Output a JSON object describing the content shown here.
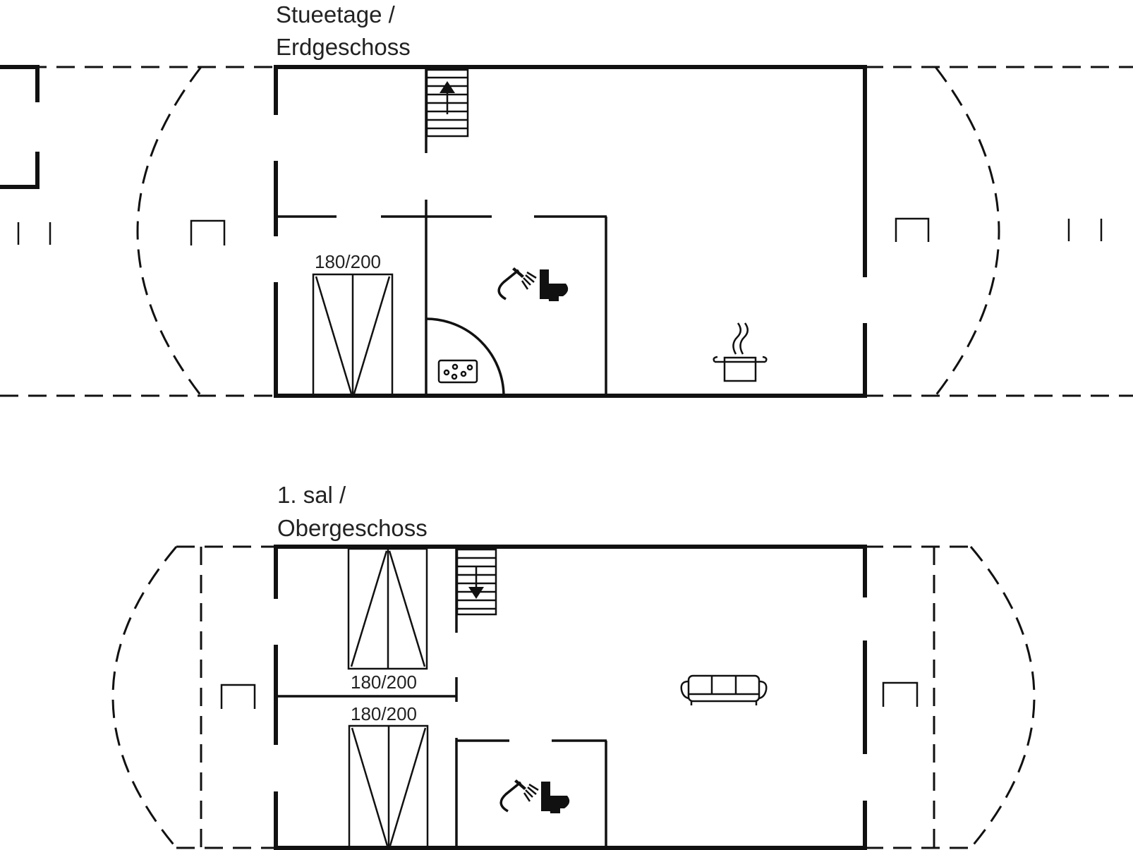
{
  "floors": [
    {
      "title_line1": "Stueetage /",
      "title_line2": "Erdgeschoss",
      "bed_labels": [
        "180/200"
      ]
    },
    {
      "title_line1": "1. sal /",
      "title_line2": "Obergeschoss",
      "bed_labels": [
        "180/200",
        "180/200"
      ]
    }
  ],
  "icons": {
    "ground": [
      "stair-up-icon",
      "bed-icon",
      "shower-icon",
      "toilet-icon",
      "washing-machine-icon",
      "cooking-pot-icon",
      "terrace-icon"
    ],
    "upper": [
      "stair-down-icon",
      "bed-icon",
      "shower-icon",
      "toilet-icon",
      "sofa-icon",
      "terrace-icon"
    ]
  }
}
